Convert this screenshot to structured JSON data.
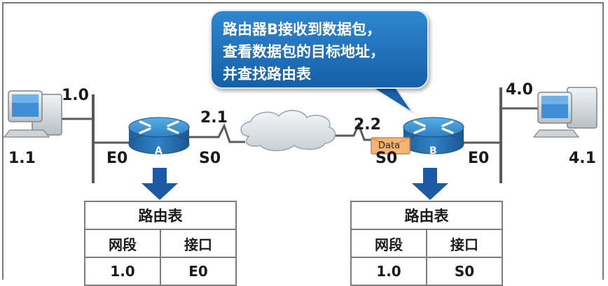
{
  "bubble": {
    "line1": "路由器B接收到数据包，",
    "line2": "查看数据包的目标地址，",
    "line3": "并查找路由表"
  },
  "hosts": {
    "left_network": "1.0",
    "left_host": "1.1",
    "right_network": "4.0",
    "right_host": "4.1"
  },
  "router_a": {
    "label": "A",
    "e0": "E0",
    "s0": "S0",
    "serial_addr": "2.1"
  },
  "router_b": {
    "label": "B",
    "e0": "E0",
    "s0": "S0",
    "serial_addr": "2.2"
  },
  "packet": {
    "label": "Data"
  },
  "table_a": {
    "title": "路由表",
    "headers": [
      "网段",
      "接口"
    ],
    "rows": [
      [
        "1.0",
        "E0"
      ]
    ]
  },
  "table_b": {
    "title": "路由表",
    "headers": [
      "网段",
      "接口"
    ],
    "rows": [
      [
        "1.0",
        "S0"
      ]
    ]
  },
  "colors": {
    "bubble": "#1f6fbe",
    "router": "#2f86c8",
    "arrow": "#1d5aa6",
    "packet": "#f3b574",
    "line": "#5a5a5a"
  }
}
